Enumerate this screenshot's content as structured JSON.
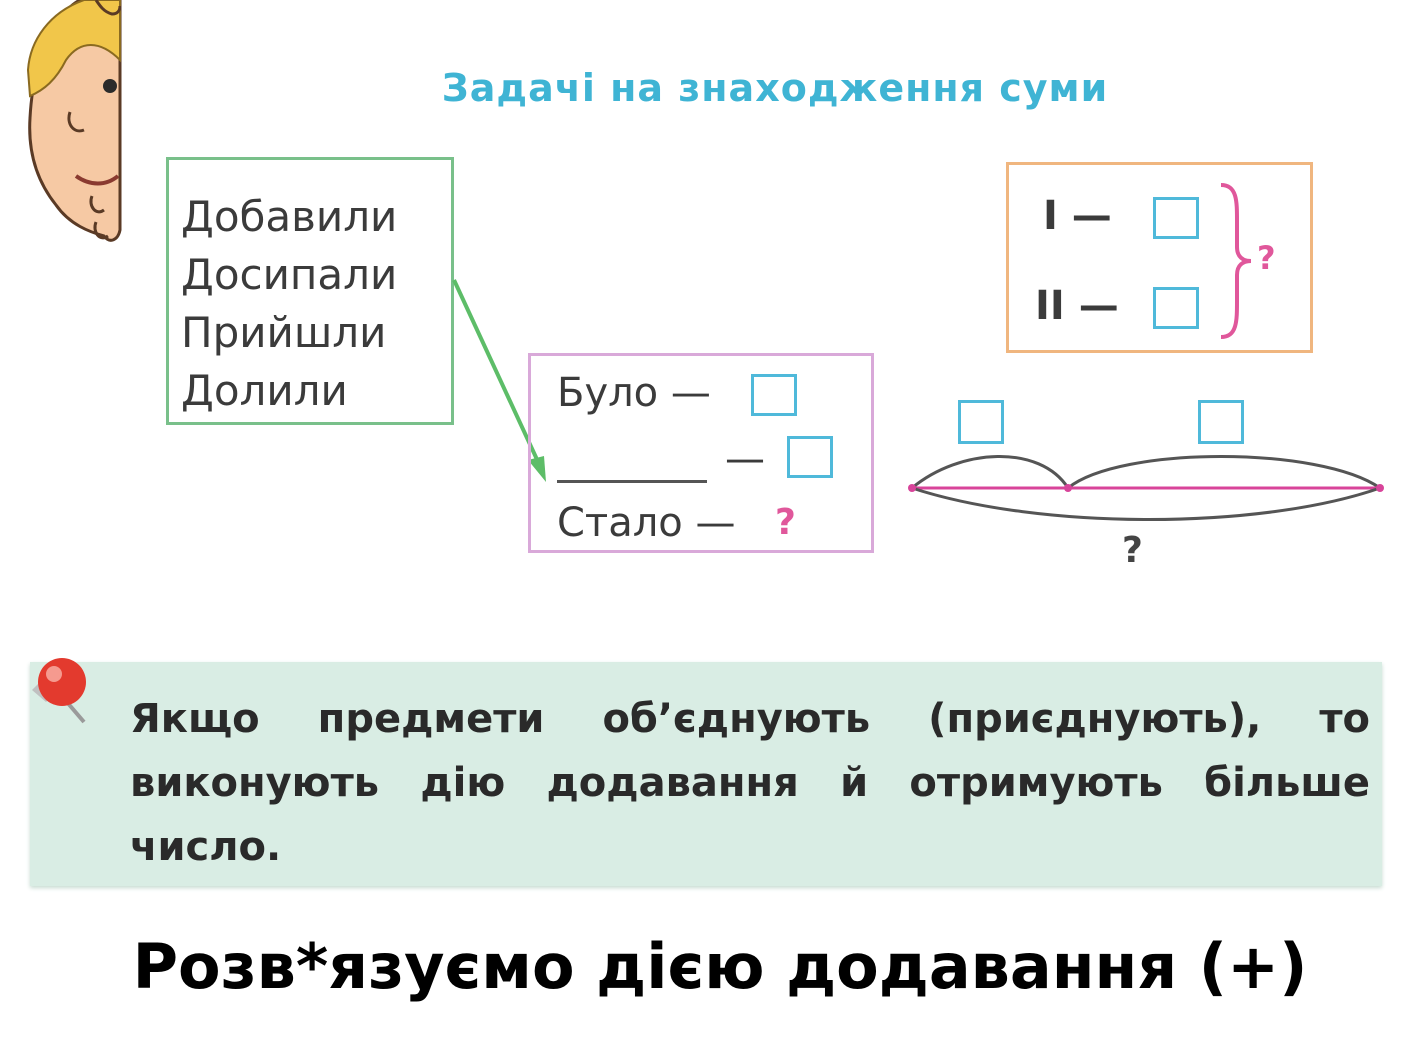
{
  "title": "Задачі на знаходження суми",
  "words": [
    "Добавили",
    "Досипали",
    "Прийшли",
    "Долили"
  ],
  "scheme": {
    "was": "Було —",
    "dash": "—",
    "became": "Стало —",
    "question": "?"
  },
  "parts": {
    "first": "I —",
    "second": "II —",
    "question": "?"
  },
  "segment": {
    "question": "?"
  },
  "rule": "Якщо предмети об’єднують (приєднують), то виконують дію додавання й отримують більше число.",
  "conclusion": "Розв*язуємо дією додавання (+)",
  "colors": {
    "title": "#3fb4d4",
    "green_box": "#79c08a",
    "pink_box": "#d9a9d9",
    "orange_box": "#f0b67f",
    "square": "#4fb9da",
    "accent": "#e0579b",
    "rule_panel": "#d9ede4"
  }
}
